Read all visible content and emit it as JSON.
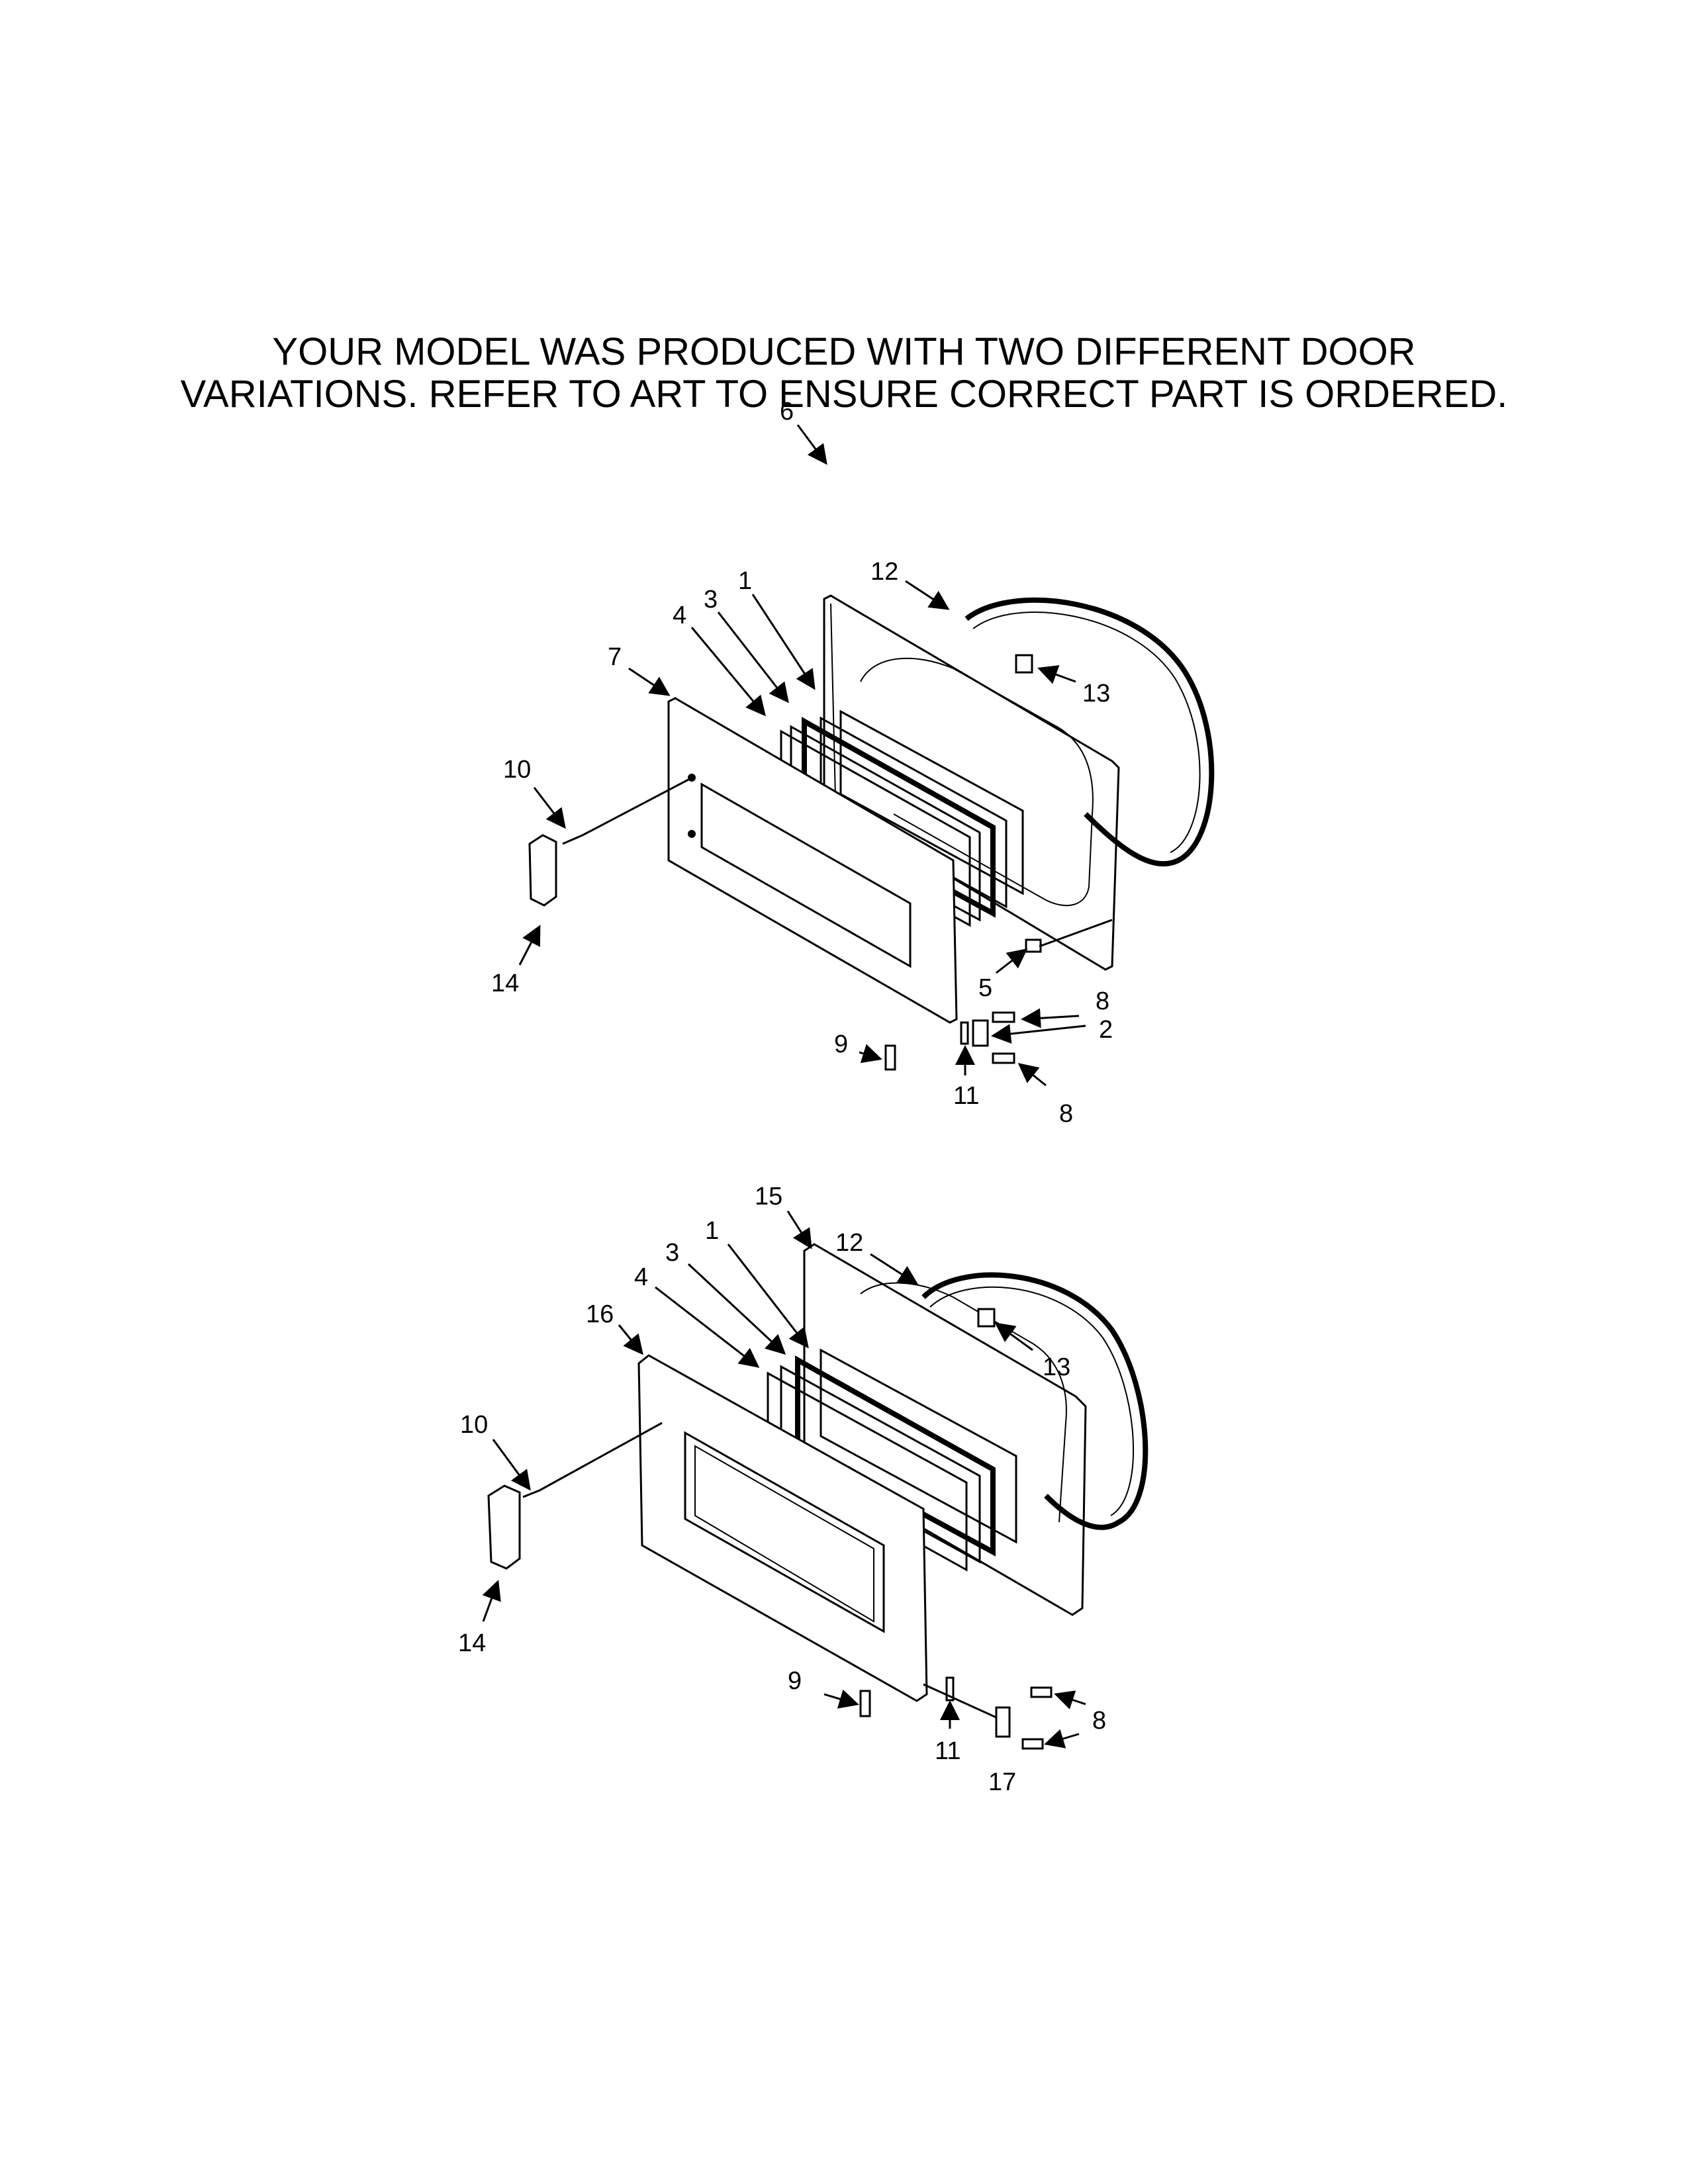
{
  "notice": {
    "line1": "YOUR MODEL WAS PRODUCED WITH TWO DIFFERENT DOOR",
    "line2": "VARIATIONS. REFER TO ART TO ENSURE CORRECT PART IS ORDERED."
  },
  "upper_callouts": {
    "c6": "6",
    "c1": "1",
    "c12": "12",
    "c3": "3",
    "c4": "4",
    "c7": "7",
    "c13": "13",
    "c10": "10",
    "c14": "14",
    "c5": "5",
    "c8a": "8",
    "c2": "2",
    "c9": "9",
    "c11": "11",
    "c8b": "8"
  },
  "lower_callouts": {
    "c15": "15",
    "c1": "1",
    "c12": "12",
    "c3": "3",
    "c4": "4",
    "c16": "16",
    "c13": "13",
    "c10": "10",
    "c14": "14",
    "c9": "9",
    "c8": "8",
    "c11": "11",
    "c17": "17"
  }
}
